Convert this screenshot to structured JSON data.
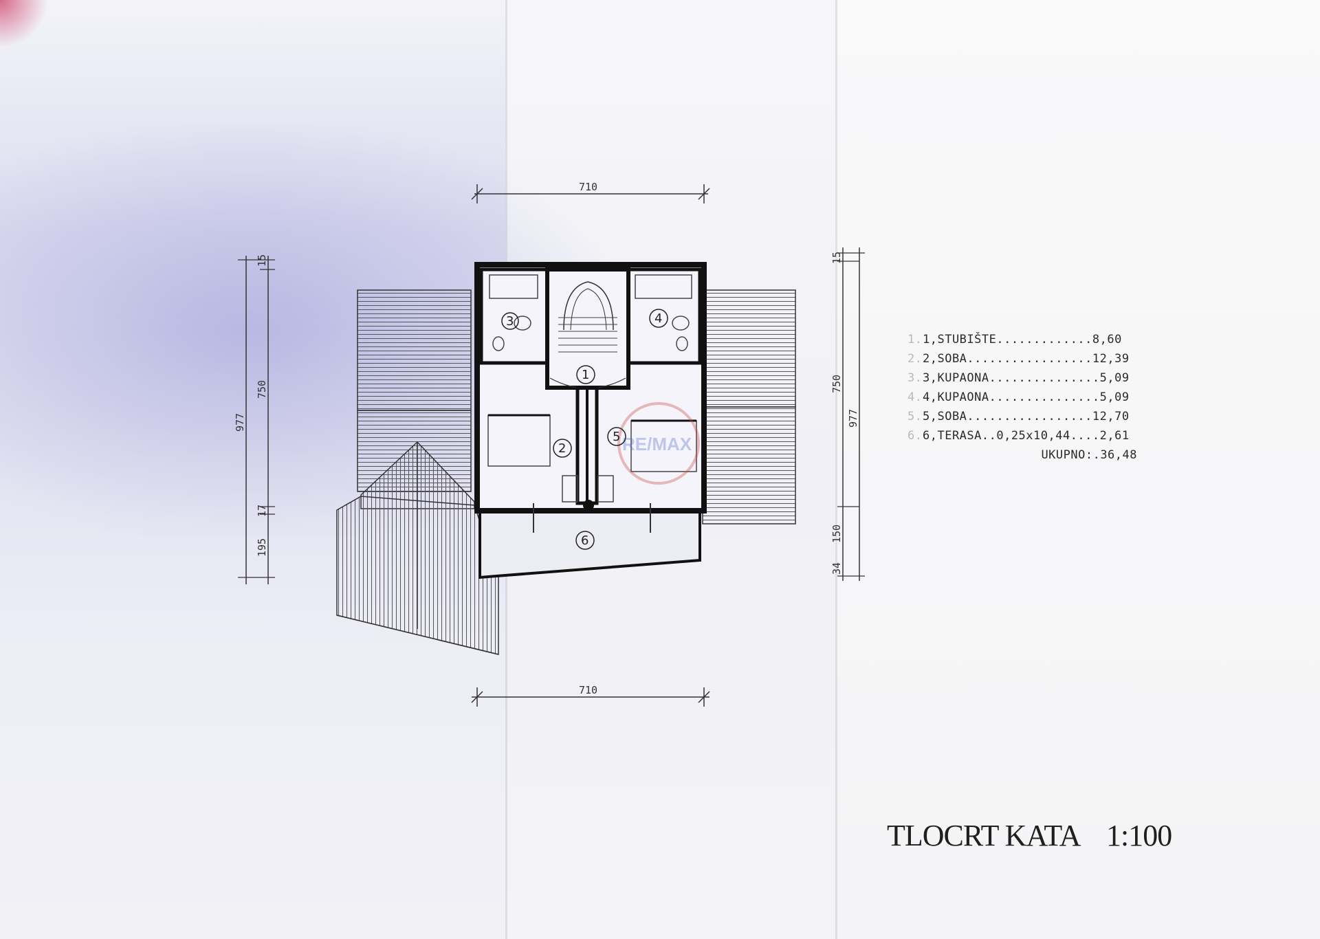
{
  "drawing": {
    "title": "TLOCRT KATA",
    "scale": "1:100",
    "dimensions": {
      "top_width": "710",
      "bottom_width": "710",
      "left_total": "977",
      "left_top": "15",
      "left_main": "750",
      "left_gap": "17",
      "left_bottom": "195",
      "right_total": "977",
      "right_top": "15",
      "right_main": "750",
      "right_bottom": "150",
      "right_small": "34"
    },
    "room_numbers": [
      "1",
      "2",
      "3",
      "4",
      "5",
      "6"
    ],
    "watermark": "RE/MAX"
  },
  "legend": {
    "rows": [
      {
        "idx": "1.",
        "text": "1,STUBIŠTE.............8,60"
      },
      {
        "idx": "2.",
        "text": "2,SOBA.................12,39"
      },
      {
        "idx": "3.",
        "text": "3,KUPAONA...............5,09"
      },
      {
        "idx": "4.",
        "text": "4,KUPAONA...............5,09"
      },
      {
        "idx": "5.",
        "text": "5,SOBA.................12,70"
      },
      {
        "idx": "6.",
        "text": "6,TERASA..0,25x10,44....2,61"
      }
    ],
    "total": "UKUPNO:.36,48"
  }
}
